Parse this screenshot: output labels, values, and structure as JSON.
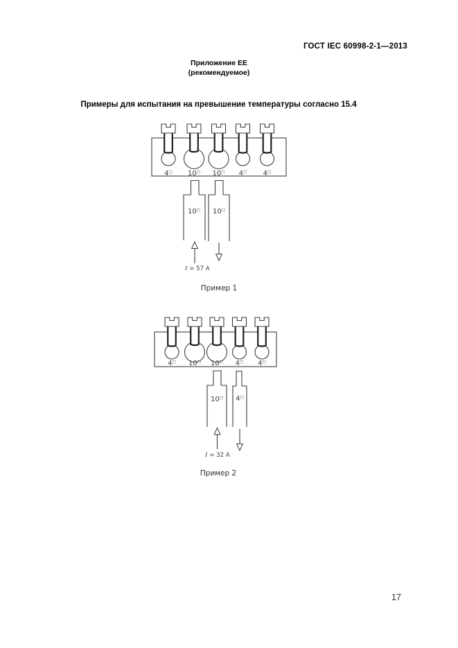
{
  "page": {
    "doc_number": "ГОСТ IEC 60998-2-1—2013",
    "appendix_title": "Приложение ЕЕ",
    "appendix_subtitle": "(рекомендуемое)",
    "heading": "Примеры для испытания на превышение температуры согласно 15.4",
    "page_number": "17"
  },
  "figures": [
    {
      "caption": "Пример 1",
      "current": {
        "symbol": "I",
        "rest": "= 57 A"
      },
      "terminals": [
        {
          "num": "4",
          "sq": "□"
        },
        {
          "num": "10",
          "sq": "□"
        },
        {
          "num": "10",
          "sq": "□"
        },
        {
          "num": "4",
          "sq": "□"
        },
        {
          "num": "4",
          "sq": "□"
        }
      ],
      "conductors": [
        {
          "num": "10",
          "sq": "□"
        },
        {
          "num": "10",
          "sq": "□"
        }
      ]
    },
    {
      "caption": "Пример 2",
      "current": {
        "symbol": "I",
        "rest": "= 32 A"
      },
      "terminals": [
        {
          "num": "4",
          "sq": "□"
        },
        {
          "num": "10",
          "sq": "□"
        },
        {
          "num": "10",
          "sq": "□"
        },
        {
          "num": "4",
          "sq": "□"
        },
        {
          "num": "4",
          "sq": "□"
        }
      ],
      "conductors": [
        {
          "num": "10",
          "sq": "□"
        },
        {
          "num": "4",
          "sq": "□"
        }
      ]
    }
  ]
}
